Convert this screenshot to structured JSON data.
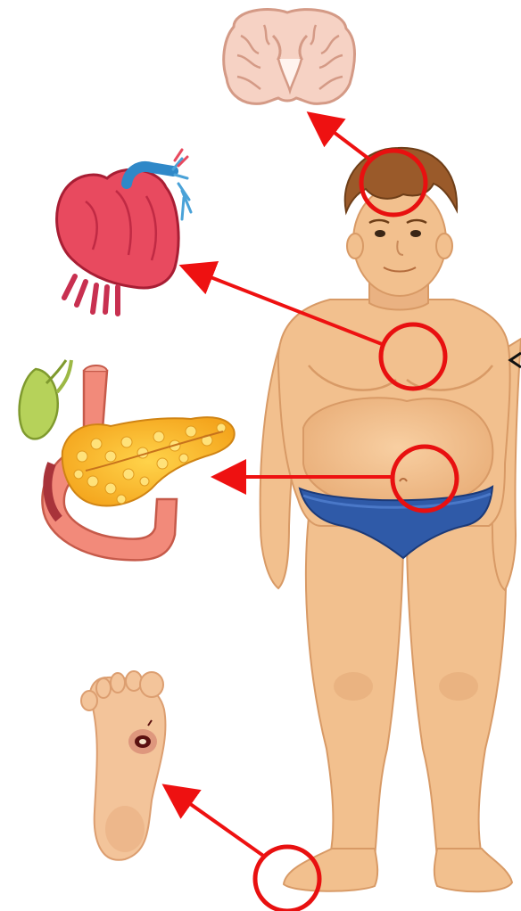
{
  "diagram": {
    "colors": {
      "background": "#ffffff",
      "arrow": "#ee1111",
      "highlight_ring": "#e81010",
      "skin": "#f2c08e",
      "skin_shadow": "#e0a373",
      "hair": "#9a5a2a",
      "briefs": "#2f5aa8"
    },
    "figure": {
      "icon": "overweight-man-figure"
    },
    "links": [
      {
        "region": "head-ring",
        "organ": "brain-icon"
      },
      {
        "region": "chest-ring",
        "organ": "heart-icon"
      },
      {
        "region": "abdomen-ring",
        "organ": "pancreas-icon"
      },
      {
        "region": "ankle-ring",
        "organ": "foot-ulcer-icon"
      }
    ]
  }
}
